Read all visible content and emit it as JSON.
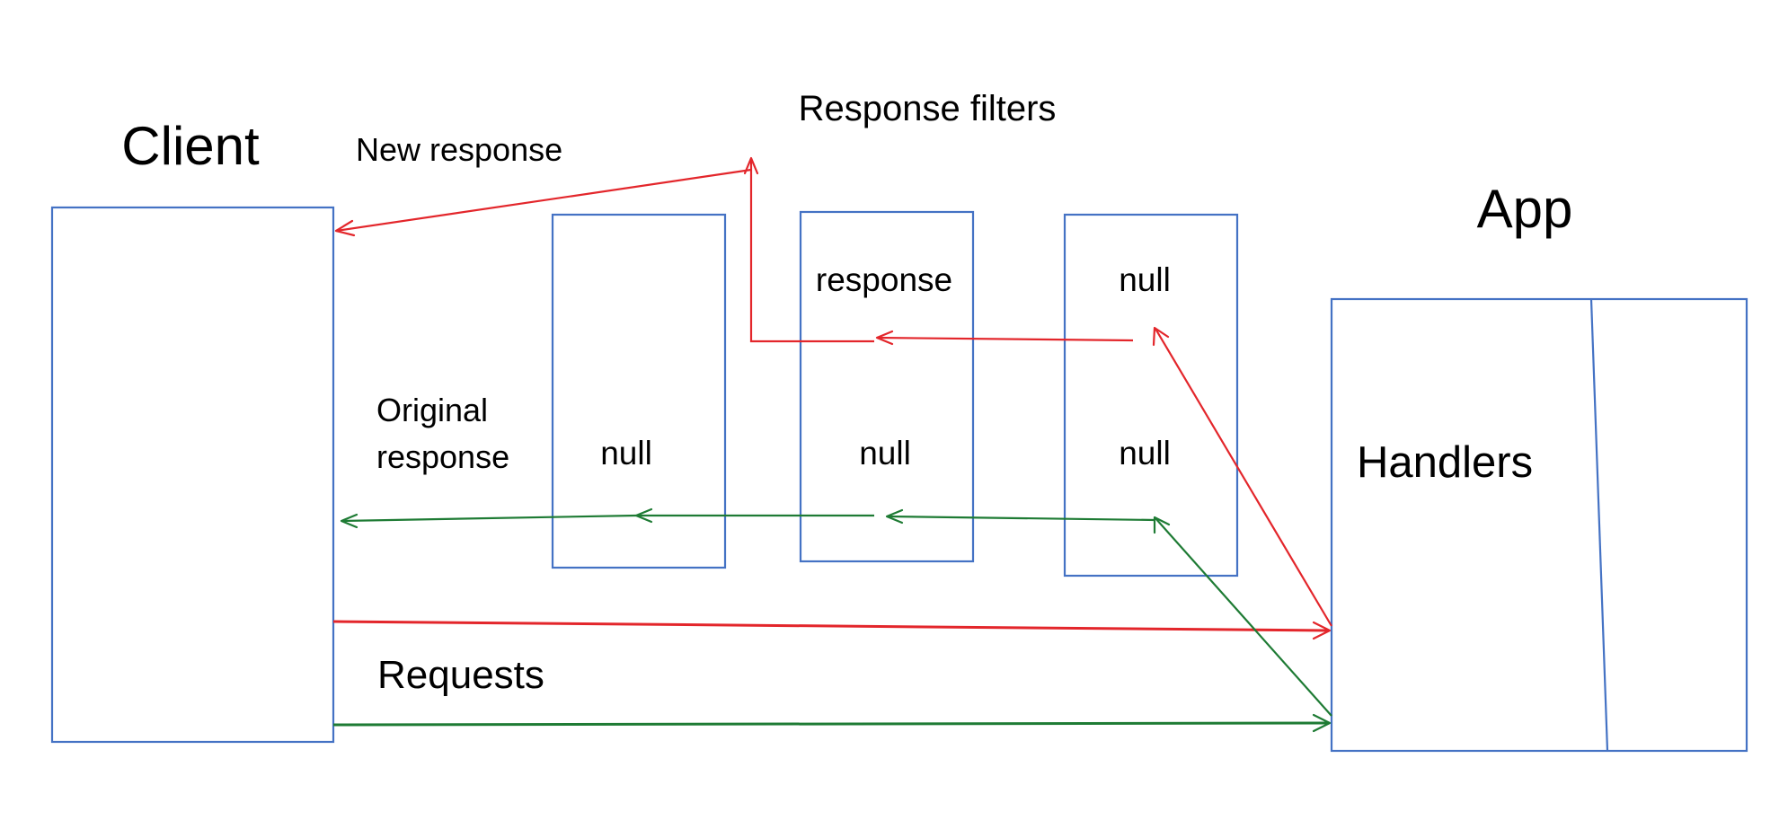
{
  "colors": {
    "box": "#4472C4",
    "response_path": "#E3262B",
    "original_path": "#1E7B34",
    "text": "#000000"
  },
  "client": {
    "label": "Client"
  },
  "app": {
    "label": "App",
    "handlers_label": "Handlers"
  },
  "response_filters": {
    "title": "Response filters",
    "columns": [
      {
        "top": "",
        "bottom": "null"
      },
      {
        "top": "response",
        "bottom": "null"
      },
      {
        "top": "null",
        "bottom": "null"
      }
    ]
  },
  "labels": {
    "new_response": "New response",
    "original_response_line1": "Original",
    "original_response_line2": "response",
    "requests": "Requests"
  }
}
